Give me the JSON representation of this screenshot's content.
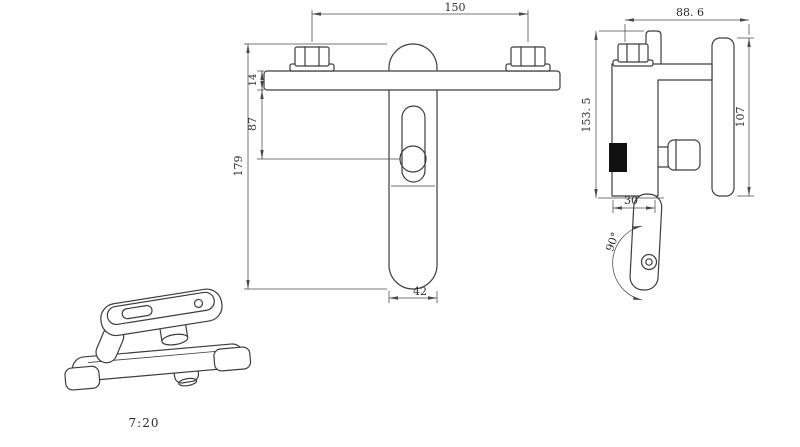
{
  "drawing": {
    "scale_label": "7:20",
    "front_view": {
      "dim_overall_width": "150",
      "dim_flange_thickness": "14",
      "dim_outlet_offset": "87",
      "dim_overall_height": "179",
      "dim_body_width": "42"
    },
    "side_view": {
      "dim_overall_depth": "88. 6",
      "dim_plate_height": "107",
      "dim_overall_height": "153. 5",
      "dim_body_depth": "30",
      "dim_handle_angle": "90°"
    },
    "colors": {
      "line_color": "#3d3d3d",
      "dimension_color": "#4a4a4a",
      "section_fill": "#111111",
      "background": "#ffffff"
    }
  }
}
